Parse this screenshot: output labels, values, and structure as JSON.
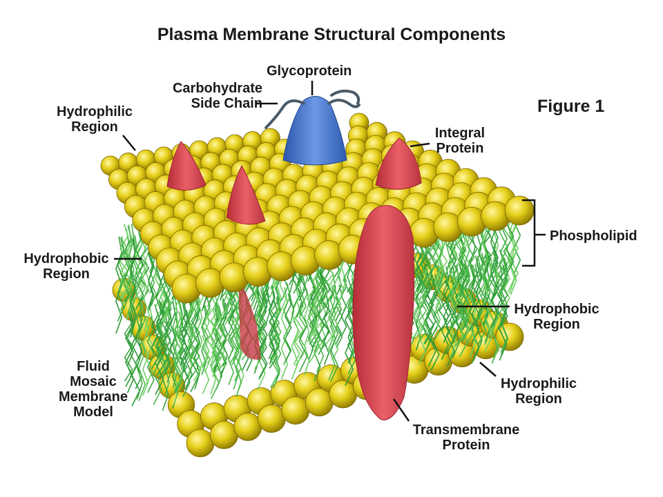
{
  "title": "Plasma Membrane Structural Components",
  "figure_label": "Figure 1",
  "labels": {
    "glycoprotein": "Glycoprotein",
    "carbohydrate_side_chain": [
      "Carbohydrate",
      "Side Chain"
    ],
    "hydrophilic_region_top": [
      "Hydrophilic",
      "Region"
    ],
    "integral_protein": [
      "Integral",
      "Protein"
    ],
    "phospholipid": "Phospholipid",
    "hydrophobic_region_left": [
      "Hydrophobic",
      "Region"
    ],
    "hydrophobic_region_right": [
      "Hydrophobic",
      "Region"
    ],
    "hydrophilic_region_bottom": [
      "Hydrophilic",
      "Region"
    ],
    "fluid_mosaic_model": [
      "Fluid",
      "Mosaic",
      "Membrane",
      "Model"
    ],
    "transmembrane_protein": [
      "Transmembrane",
      "Protein"
    ]
  },
  "colors": {
    "head": "#e8d21c",
    "head_shadow": "#8f7c00",
    "tail": "#3fae3f",
    "protein_red": "#e0505a",
    "glycoprotein_blue": "#4f7fd6",
    "label_text": "#1a1a1a"
  }
}
